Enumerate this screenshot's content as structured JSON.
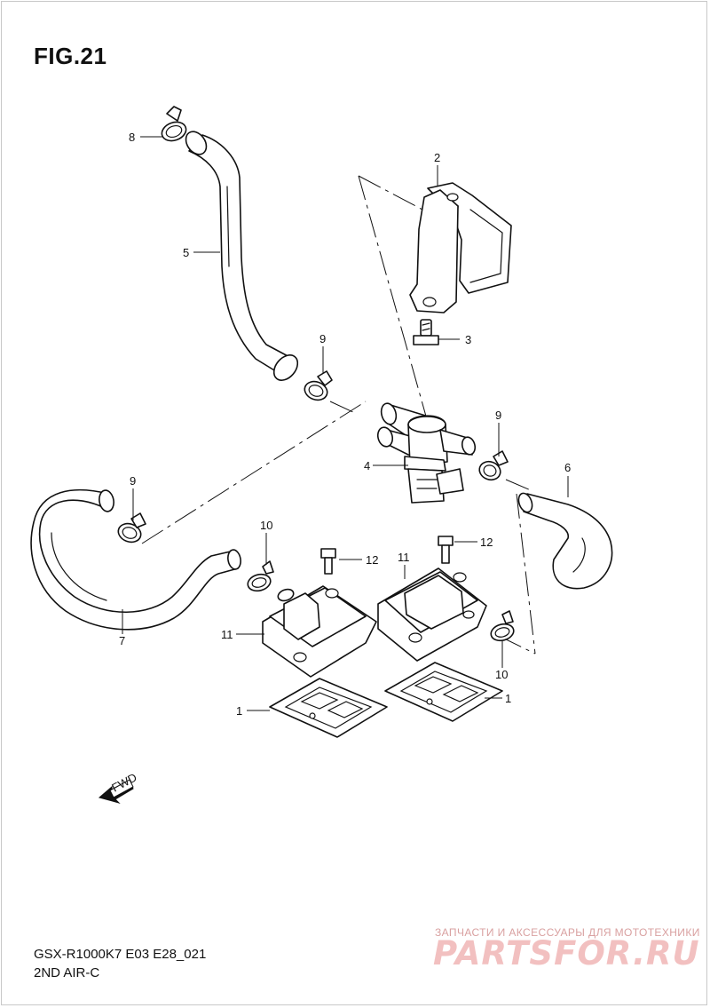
{
  "figure": {
    "title": "FIG.21",
    "model_code": "GSX-R1000K7 E03 E28_021",
    "description": "2ND AIR-C"
  },
  "callouts": [
    {
      "id": "c8",
      "text": "8"
    },
    {
      "id": "c2",
      "text": "2"
    },
    {
      "id": "c5",
      "text": "5"
    },
    {
      "id": "c9a",
      "text": "9"
    },
    {
      "id": "c3",
      "text": "3"
    },
    {
      "id": "c9b",
      "text": "9"
    },
    {
      "id": "c4",
      "text": "4"
    },
    {
      "id": "c6",
      "text": "6"
    },
    {
      "id": "c9c",
      "text": "9"
    },
    {
      "id": "c10a",
      "text": "10"
    },
    {
      "id": "c12a",
      "text": "12"
    },
    {
      "id": "c12b",
      "text": "12"
    },
    {
      "id": "c11a",
      "text": "11"
    },
    {
      "id": "c11b",
      "text": "11"
    },
    {
      "id": "c7",
      "text": "7"
    },
    {
      "id": "c10b",
      "text": "10"
    },
    {
      "id": "c1a",
      "text": "1"
    },
    {
      "id": "c1b",
      "text": "1"
    }
  ],
  "fwd_marker": "FWD",
  "watermark": {
    "tagline": "ЗАПЧАСТИ И АКСЕССУАРЫ ДЛЯ МОТОТЕХНИКИ",
    "brand": "PARTSFOR.RU"
  }
}
